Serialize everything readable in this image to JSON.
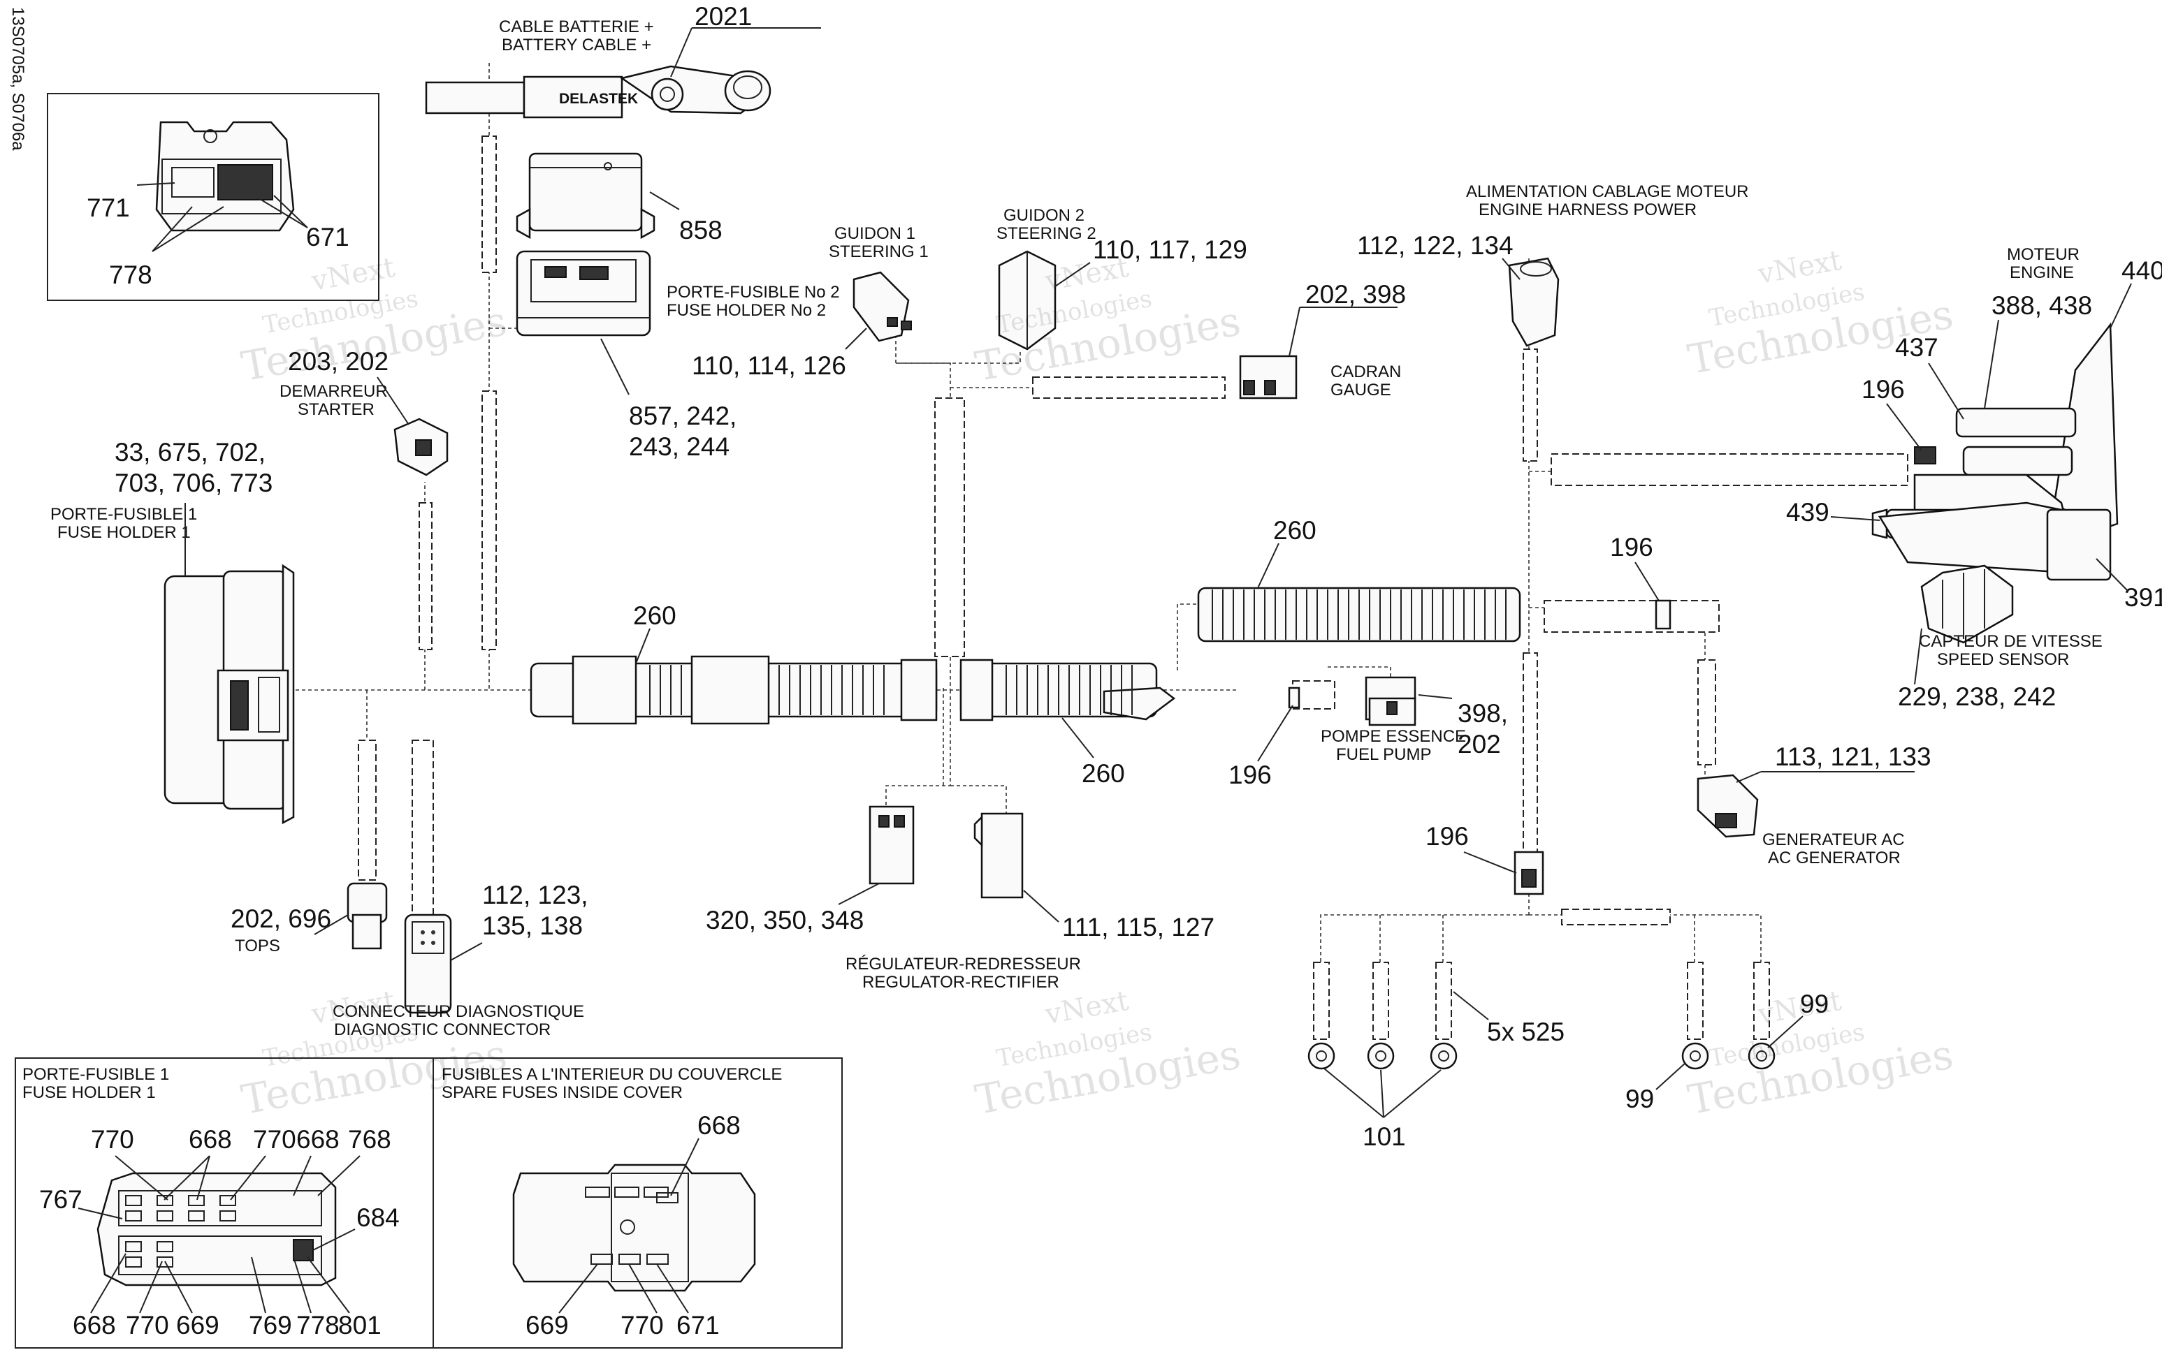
{
  "figure_id": "13S0705a, S0706a",
  "watermarks": [
    {
      "line1": "vNext",
      "line2": "Technologies",
      "line3": "Technologies"
    },
    {
      "line1": "vNext",
      "line2": "Technologies",
      "line3": "Technologies"
    },
    {
      "line1": "vNext",
      "line2": "Technologies",
      "line3": "Technologies"
    },
    {
      "line1": "vNext",
      "line2": "Technologies",
      "line3": "Technologies"
    },
    {
      "line1": "vNext",
      "line2": "Technologies",
      "line3": "Technologies"
    },
    {
      "line1": "vNext",
      "line2": "Technologies",
      "line3": "Technologies"
    }
  ],
  "components": {
    "battery_cable": {
      "line1": "CABLE BATTERIE +",
      "line2": "BATTERY CABLE +",
      "ref": "2021",
      "brand": "DELASTEK"
    },
    "relay_858": {
      "ref": "858"
    },
    "fuse_holder_2": {
      "line1": "PORTE-FUSIBLE No 2",
      "line2": "FUSE HOLDER No 2",
      "ref_line1": "857, 242,",
      "ref_line2": "243, 244"
    },
    "steering_1": {
      "line1": "GUIDON 1",
      "line2": "STEERING 1",
      "ref": "110, 114, 126"
    },
    "steering_2": {
      "line1": "GUIDON 2",
      "line2": "STEERING 2",
      "ref": "110, 117, 129"
    },
    "gauge": {
      "line1": "CADRAN",
      "line2": "GAUGE",
      "ref": "202, 398"
    },
    "engine_power": {
      "line1": "ALIMENTATION CABLAGE MOTEUR",
      "line2": "ENGINE HARNESS POWER",
      "ref": "112, 122, 134"
    },
    "engine": {
      "line1": "MOTEUR",
      "line2": "ENGINE",
      "ref": "388, 438",
      "ref_440": "440",
      "ref_437": "437",
      "ref_196": "196",
      "ref_439": "439",
      "ref_391": "391"
    },
    "starter": {
      "line1": "DEMARREUR",
      "line2": "STARTER",
      "ref": "203, 202"
    },
    "fuse_holder_1": {
      "line1": "PORTE-FUSIBLE 1",
      "line2": "FUSE HOLDER 1",
      "ref_line1": "33, 675, 702,",
      "ref_line2": "703, 706, 773"
    },
    "conduit_260_a": {
      "ref": "260"
    },
    "conduit_260_b": {
      "ref": "260"
    },
    "conduit_260_c": {
      "ref": "260"
    },
    "speed_sensor": {
      "line1": "CAPTEUR DE VITESSE",
      "line2": "SPEED SENSOR",
      "ref": "229, 238, 242",
      "ref_196": "196"
    },
    "fuel_pump": {
      "line1": "POMPE ESSENCE",
      "line2": "FUEL PUMP",
      "ref_line1": "398,",
      "ref_line2": "202",
      "ref_196": "196"
    },
    "ac_generator": {
      "line1": "GENERATEUR AC",
      "line2": "AC GENERATOR",
      "ref": "113, 121, 133"
    },
    "regulator": {
      "line1": "RÉGULATEUR-REDRESSEUR",
      "line2": "REGULATOR-RECTIFIER",
      "ref_left": "320, 350, 348",
      "ref_right": "111, 115, 127"
    },
    "tops": {
      "line1": "TOPS",
      "ref": "202, 696"
    },
    "diagnostic": {
      "line1": "CONNECTEUR DIAGNOSTIQUE",
      "line2": "DIAGNOSTIC CONNECTOR",
      "ref_line1": "112, 123,",
      "ref_line2": "135, 138"
    },
    "ground": {
      "ref_196": "196",
      "ref_525": "5x 525",
      "ref_101": "101",
      "ref_99a": "99",
      "ref_99b": "99"
    }
  },
  "inset_top": {
    "ref_771": "771",
    "ref_778": "778",
    "ref_671": "671"
  },
  "inset_fuse_holder_1": {
    "line1": "PORTE-FUSIBLE 1",
    "line2": "FUSE HOLDER 1",
    "top_refs": [
      "770",
      "668",
      "770",
      "668",
      "768"
    ],
    "left_ref": "767",
    "right_ref": "684",
    "bottom_refs": [
      "668",
      "770",
      "669",
      "769",
      "778",
      "801"
    ]
  },
  "inset_spare": {
    "line1": "FUSIBLES A L'INTERIEUR DU COUVERCLE",
    "line2": "SPARE FUSES INSIDE COVER",
    "ref_668": "668",
    "ref_669": "669",
    "ref_770": "770",
    "ref_671": "671"
  }
}
